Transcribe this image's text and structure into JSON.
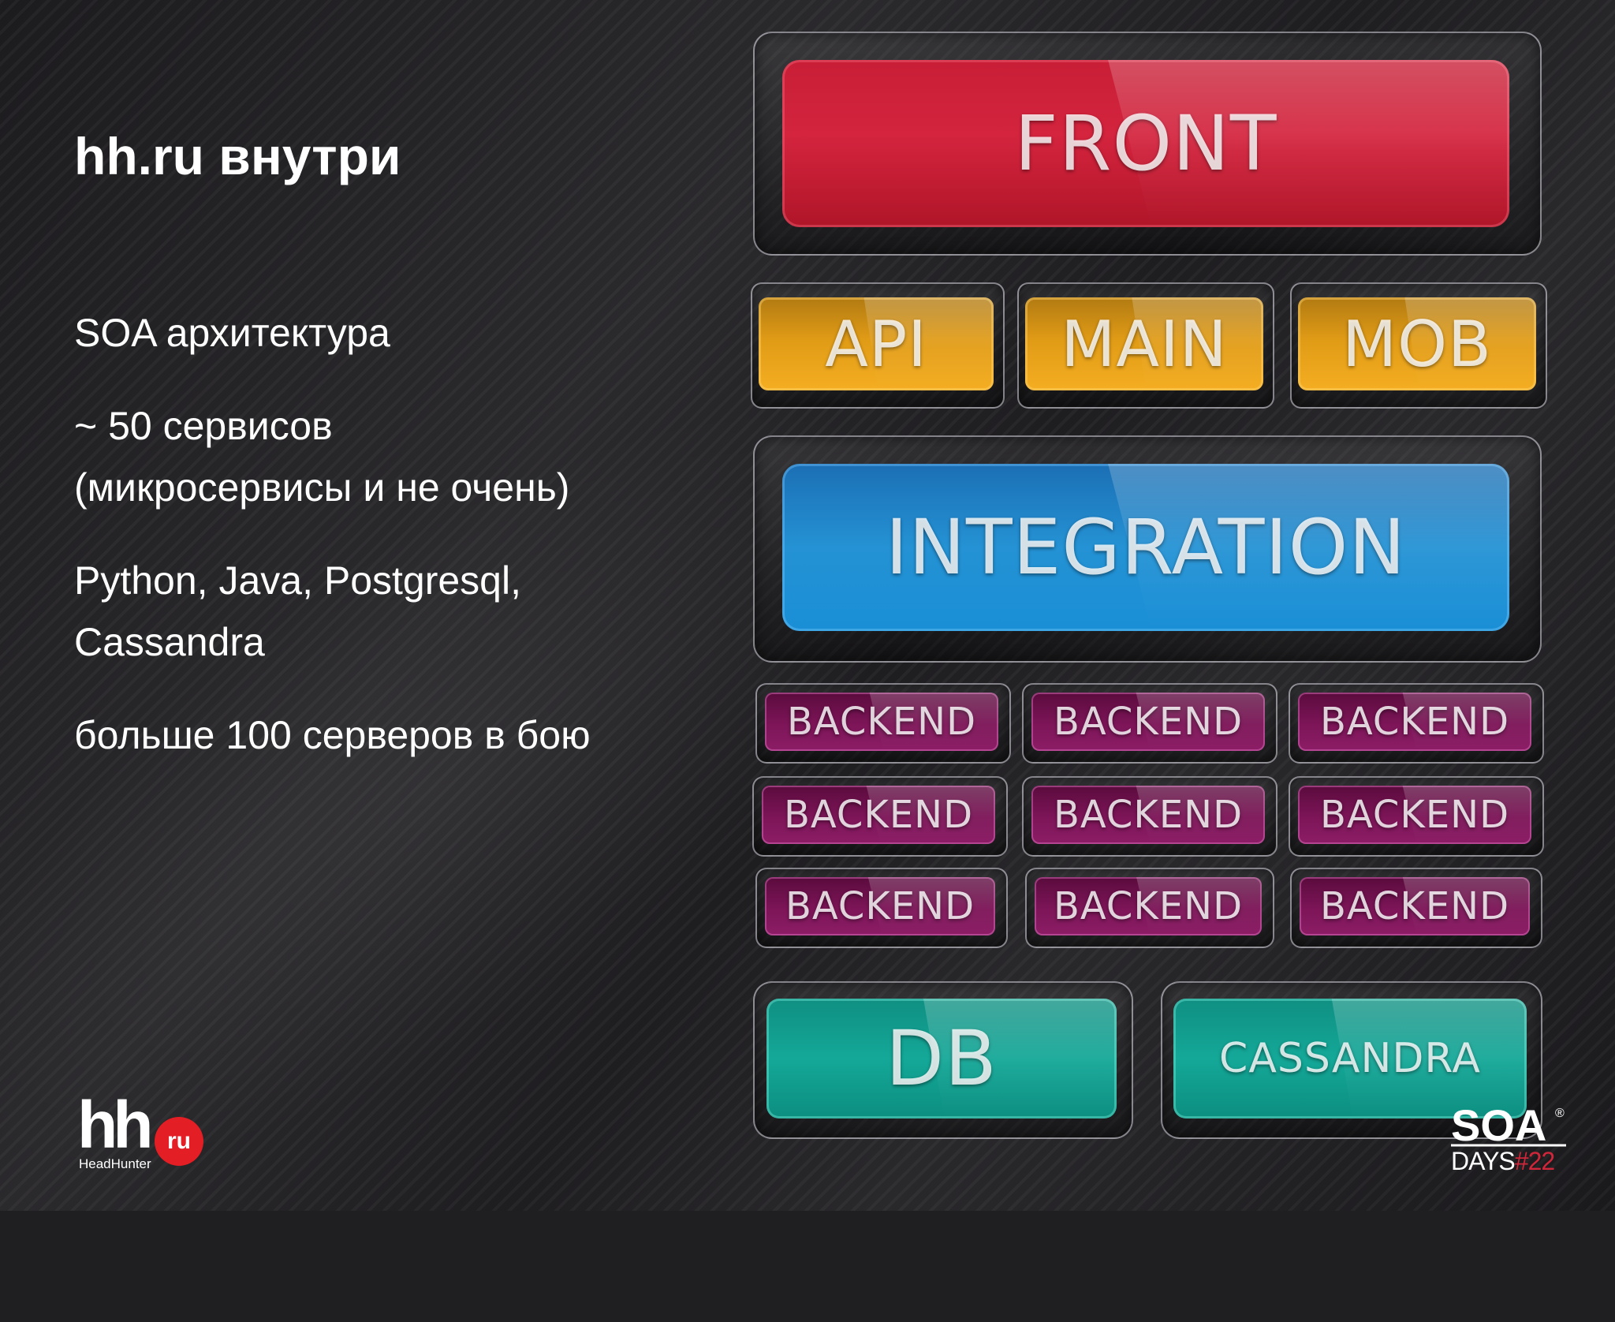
{
  "slide": {
    "title": "hh.ru внутри",
    "bullets": [
      "SOA архитектура",
      "~ 50 сервисов\n(микросервисы и не очень)",
      "Python, Java, Postgresql,\nCassandra",
      "больше 100 серверов в бою"
    ]
  },
  "diagram": {
    "front": "FRONT",
    "api": "API",
    "main": "MAIN",
    "mob": "MOB",
    "integration": "INTEGRATION",
    "backends": [
      "BACKEND",
      "BACKEND",
      "BACKEND",
      "BACKEND",
      "BACKEND",
      "BACKEND",
      "BACKEND",
      "BACKEND",
      "BACKEND"
    ],
    "db": "DB",
    "cassandra": "CASSANDRA"
  },
  "logos": {
    "hh_mark": "hh",
    "hh_ru": "ru",
    "hh_sub": "HeadHunter",
    "soa_mark": "SOA",
    "soa_days": "DAYS",
    "soa_num": "#22",
    "soa_reg": "®"
  },
  "colors": {
    "front": "#d4243e",
    "gold": "#e09b16",
    "integration": "#2492d4",
    "backend": "#7d1558",
    "storage": "#14a898",
    "hh_red": "#e31e24"
  }
}
